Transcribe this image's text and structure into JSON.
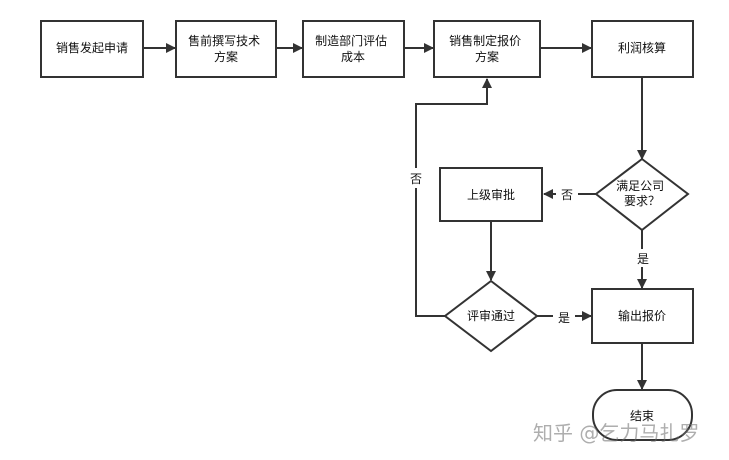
{
  "nodes": {
    "sales_request": [
      "销售发起申请"
    ],
    "presales_tech": [
      "售前撰写技术",
      "方案"
    ],
    "mfg_cost": [
      "制造部门评估",
      "成本"
    ],
    "sales_price": [
      "销售制定报价",
      "方案"
    ],
    "profit": [
      "利润核算"
    ],
    "meets_req": [
      "满足公司",
      "要求？"
    ],
    "superior_review": [
      "上级审批"
    ],
    "review_pass": [
      "评审通过"
    ],
    "output_quote": [
      "输出报价"
    ],
    "end": [
      "结束"
    ]
  },
  "edge_labels": {
    "no_left": "否",
    "yes_down": "是",
    "yes_right": "是",
    "no_up": "否"
  },
  "watermark": "知乎 @乞力马扎罗"
}
